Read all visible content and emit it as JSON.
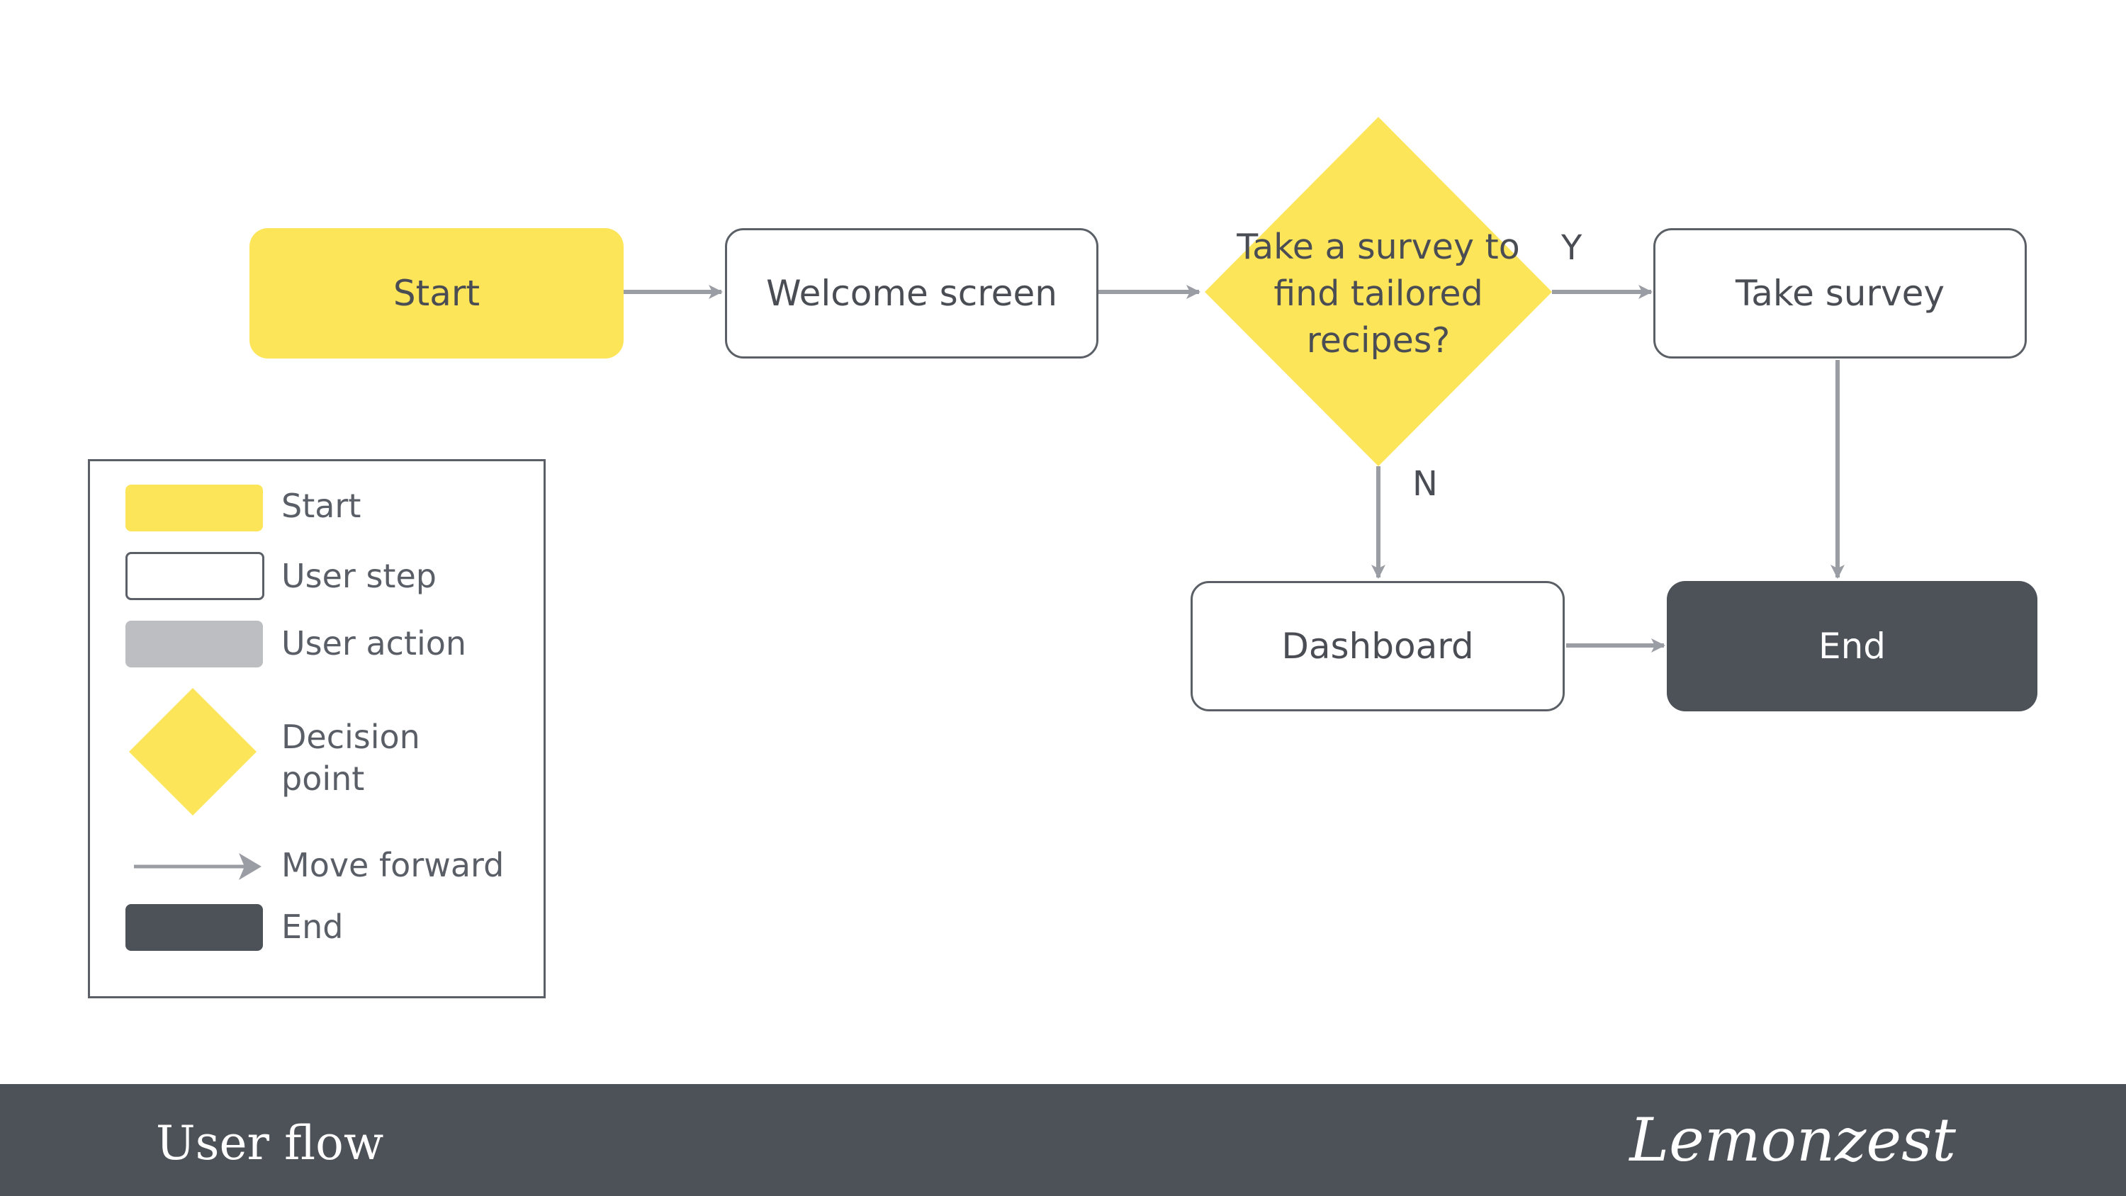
{
  "nodes": {
    "start": "Start",
    "welcome": "Welcome screen",
    "decision": "Take a survey to find tailored recipes?",
    "take_survey": "Take survey",
    "dashboard": "Dashboard",
    "end": "End"
  },
  "edge_labels": {
    "yes": "Y",
    "no": "N"
  },
  "legend": {
    "start": "Start",
    "user_step": "User step",
    "user_action": "User action",
    "decision_line1": "Decision",
    "decision_line2": "point",
    "move_forward": "Move forward",
    "end": "End"
  },
  "footer": {
    "title": "User flow",
    "brand": "Lemonzest"
  },
  "colors": {
    "start_yellow": "#fde55a",
    "end_dark": "#4d5158",
    "action_gray": "#bdbec1",
    "arrow_gray": "#9a9da3",
    "border_gray": "#5b5f66"
  }
}
